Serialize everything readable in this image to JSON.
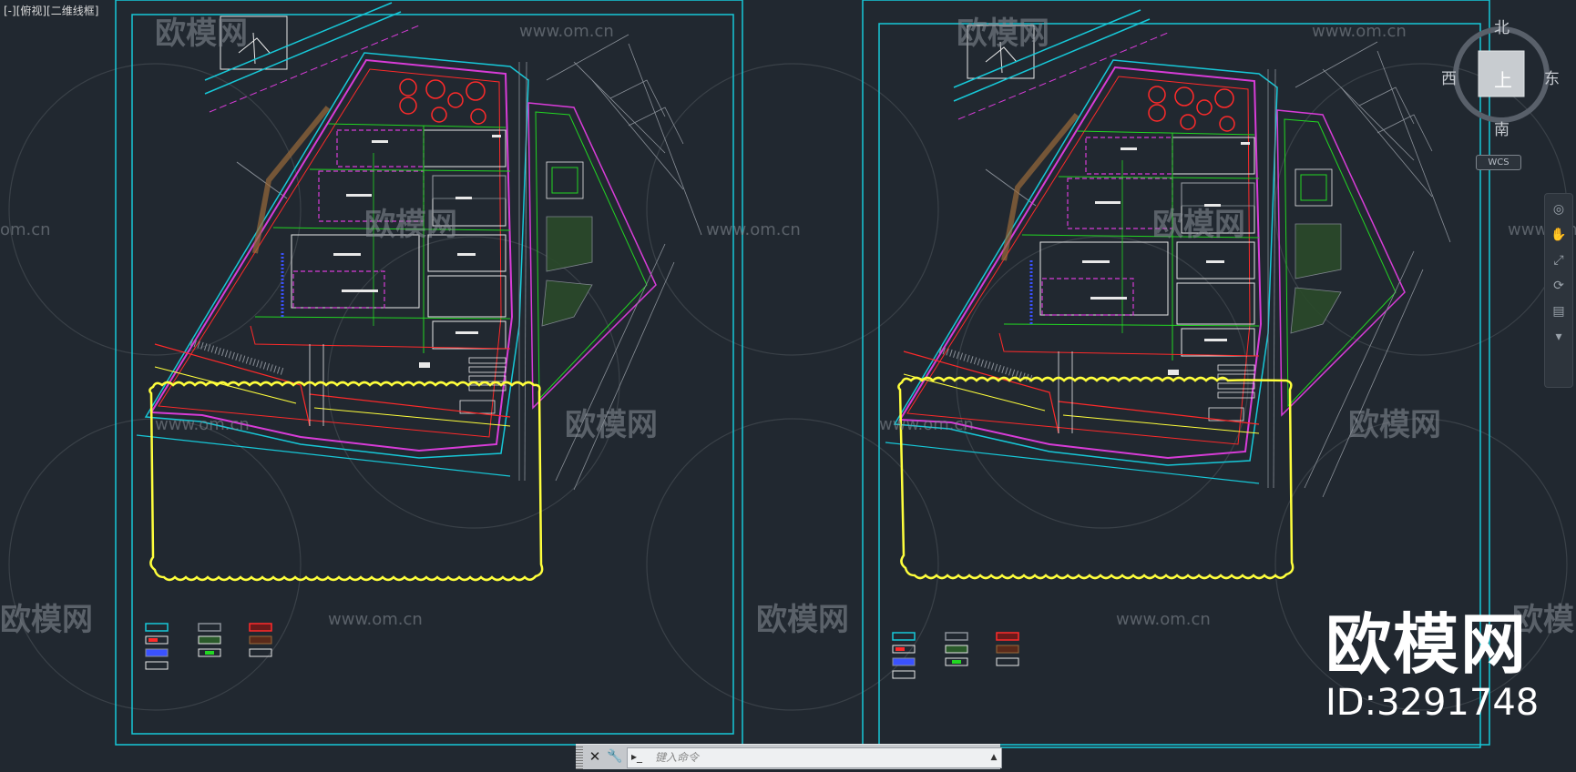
{
  "viewport": {
    "label": "[-][俯视][二维线框]",
    "background": "#212830"
  },
  "colors": {
    "frame": "#17c8d8",
    "boundary": "#d83cd8",
    "road": "#ff2a2a",
    "green": "#22d622",
    "yellow": "#ffff3c",
    "white": "#e8e8e8",
    "grey": "#8a9098"
  },
  "watermark": {
    "site_text": "www.om.cn",
    "logo_text": "欧模网",
    "partial_site": "om.cn",
    "brand_name": "欧模网",
    "brand_id": "ID:3291748"
  },
  "viewcube": {
    "north": "北",
    "south": "南",
    "east": "东",
    "west": "西",
    "face": "上",
    "wcs": "WCS"
  },
  "command_line": {
    "placeholder": "键入命令"
  }
}
